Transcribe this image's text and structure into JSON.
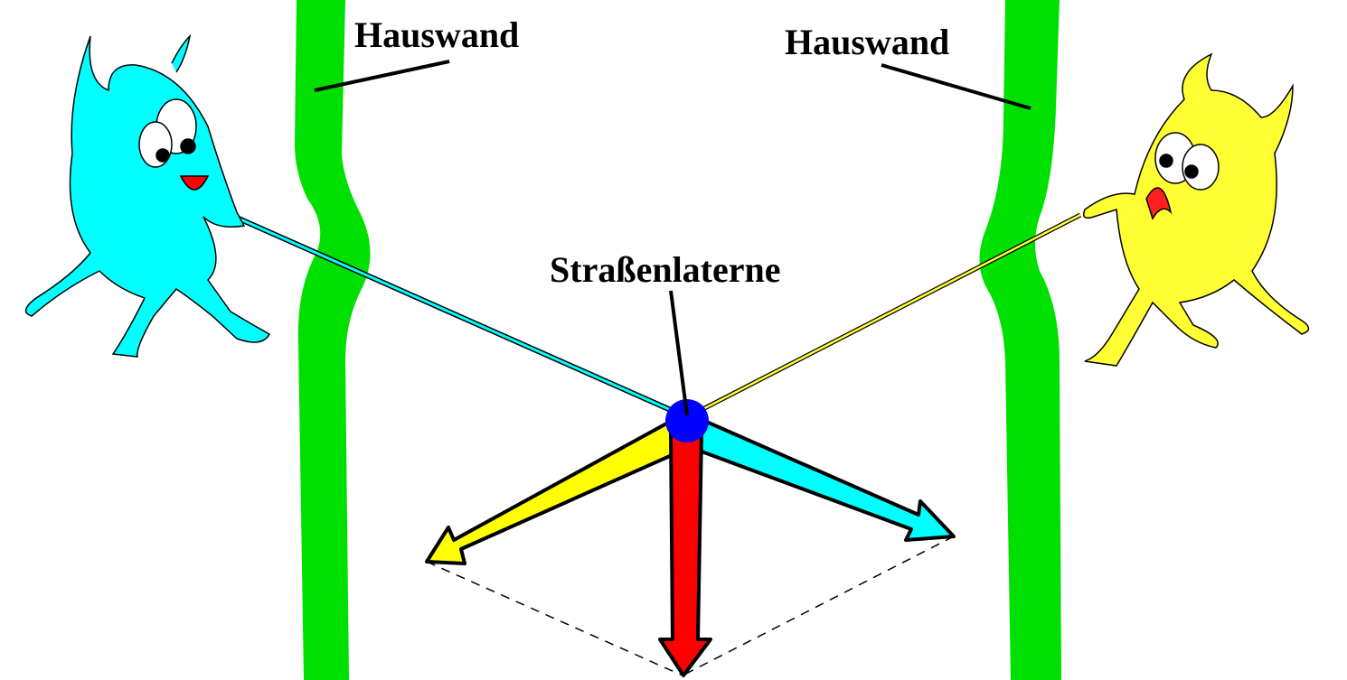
{
  "labels": {
    "wall_left": "Hauswand",
    "wall_right": "Hauswand",
    "lamp": "Straßenlaterne"
  },
  "colors": {
    "wall": "#00e000",
    "left_monster": "#00ffff",
    "right_monster": "#ffff33",
    "lamp": "#0000ff",
    "resultant": "#ff0000"
  }
}
